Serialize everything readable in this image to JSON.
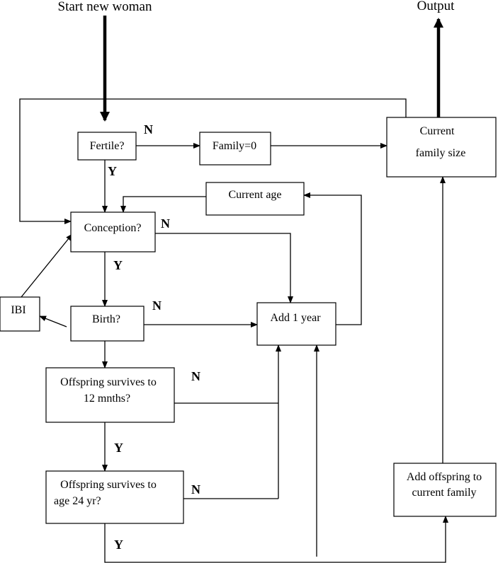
{
  "title_start": "Start new woman",
  "title_output": "Output",
  "nodes": {
    "fertile": "Fertile?",
    "family_zero": "Family=0",
    "current_family_size": [
      "Current",
      "family size"
    ],
    "current_age": "Current age",
    "conception": "Conception?",
    "ibi": "IBI",
    "birth": "Birth?",
    "add_1_year": "Add 1 year",
    "survives_12": [
      "Offspring survives to",
      "12 mnths?"
    ],
    "survives_24": [
      "Offspring survives to",
      "age 24 yr?"
    ],
    "add_offspring": [
      "Add offspring to",
      "current family"
    ]
  },
  "edge_labels": {
    "fertile_no": "N",
    "fertile_yes": "Y",
    "conception_no": "N",
    "conception_yes": "Y",
    "birth_no": "N",
    "survives_12_no": "N",
    "survives_12_yes": "Y",
    "survives_24_no": "N",
    "survives_24_yes": "Y"
  }
}
